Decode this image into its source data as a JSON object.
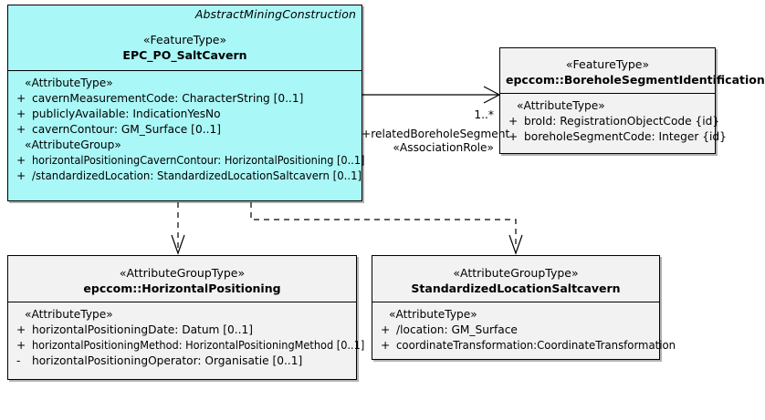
{
  "diagram": {
    "type": "uml-class-diagram",
    "colors": {
      "feature_type_fill": "#aaf7f7",
      "attribute_group_fill": "#f2f2f2",
      "border": "#000000",
      "text": "#000000"
    }
  },
  "classes": {
    "salt_cavern": {
      "context_name": "AbstractMiningConstruction",
      "stereotype": "«FeatureType»",
      "name": "EPC_PO_SaltCavern",
      "groups": [
        {
          "label": "«AttributeType»",
          "attributes": [
            {
              "visibility": "+",
              "signature": "cavernMeasurementCode: CharacterString [0..1]"
            },
            {
              "visibility": "+",
              "signature": "publiclyAvailable: IndicationYesNo"
            },
            {
              "visibility": "+",
              "signature": "cavernContour: GM_Surface [0..1]"
            }
          ]
        },
        {
          "label": "«AttributeGroup»",
          "attributes": [
            {
              "visibility": "+",
              "signature": "horizontalPositioningCavernContour: HorizontalPositioning [0..1]"
            },
            {
              "visibility": "+",
              "signature": "/standardizedLocation: StandardizedLocationSaltcavern [0..1]"
            }
          ]
        }
      ]
    },
    "borehole_segment_identification": {
      "stereotype": "«FeatureType»",
      "name": "epccom::BoreholeSegmentIdentification",
      "groups": [
        {
          "label": "«AttributeType»",
          "attributes": [
            {
              "visibility": "+",
              "signature": "broId: RegistrationObjectCode {id}"
            },
            {
              "visibility": "+",
              "signature": "boreholeSegmentCode: Integer {id}"
            }
          ]
        }
      ]
    },
    "horizontal_positioning": {
      "stereotype": "«AttributeGroupType»",
      "name": "epccom::HorizontalPositioning",
      "groups": [
        {
          "label": "«AttributeType»",
          "attributes": [
            {
              "visibility": "+",
              "signature": "horizontalPositioningDate: Datum [0..1]"
            },
            {
              "visibility": "+",
              "signature": "horizontalPositioningMethod: HorizontalPositioningMethod [0..1]"
            },
            {
              "visibility": "-",
              "signature": "horizontalPositioningOperator: Organisatie [0..1]"
            }
          ]
        }
      ]
    },
    "standardized_location_saltcavern": {
      "stereotype": "«AttributeGroupType»",
      "name": "StandardizedLocationSaltcavern",
      "groups": [
        {
          "label": "«AttributeType»",
          "attributes": [
            {
              "visibility": "+",
              "signature": "/location: GM_Surface"
            },
            {
              "visibility": "+",
              "signature": "coordinateTransformation:CoordinateTransformation"
            }
          ]
        }
      ]
    }
  },
  "relations": {
    "association_borehole": {
      "kind": "association",
      "from": "EPC_PO_SaltCavern",
      "to": "epccom::BoreholeSegmentIdentification",
      "multiplicity": "1..*",
      "role": "+relatedBoreholeSegment",
      "stereotype": "«AssociationRole»"
    },
    "dependency_horizontal_positioning": {
      "kind": "dependency",
      "from": "EPC_PO_SaltCavern",
      "to": "epccom::HorizontalPositioning"
    },
    "dependency_standardized_location": {
      "kind": "dependency",
      "from": "EPC_PO_SaltCavern",
      "to": "StandardizedLocationSaltcavern"
    }
  }
}
